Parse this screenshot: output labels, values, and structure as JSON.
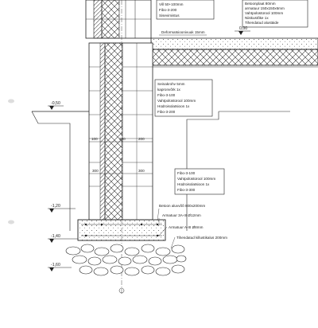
{
  "top_left_note": [
    "Vill 50+100mm",
    "Fibo-3-200",
    "Sisevimistus"
  ],
  "top_right_note": [
    "Betoonplaat 80mm",
    "armatuur 150x150x6mm",
    "Vahtpolüstürool 100mm",
    "Niiskustõke 1x",
    "Tihendatud alustäide"
  ],
  "deformation_label": "Deformatsioonivuuk 15mm",
  "wall_note_1": [
    "Seinakrohv 5mm",
    "kapronvõrk 1x",
    "Fibo-3-100",
    "Vahtpolüstürool 100mm",
    "Hüdroisolatsioon 1x",
    "Fibo-3-200"
  ],
  "wall_note_2": [
    "Fibo-3-100",
    "Vahtpolüstürool 100mm",
    "Hüdroisolatsioon 1x",
    "Fibo-3-300"
  ],
  "footing_notes": [
    "Betoon aluvvõõ 800x200mm",
    "Armatuur 3A-III Ø12mm",
    "Armatuur A-III Ø8mm",
    "Tihendatud killustikalus 200mm"
  ],
  "elevations": {
    "floor": "0,00",
    "ground": "-0,50",
    "e1": "-1,20",
    "e2": "-1,40",
    "e3": "-1,60"
  },
  "dims": {
    "d100a": "100",
    "d300a": "300",
    "d200a": "200",
    "d300b": "300",
    "d300c": "300"
  }
}
